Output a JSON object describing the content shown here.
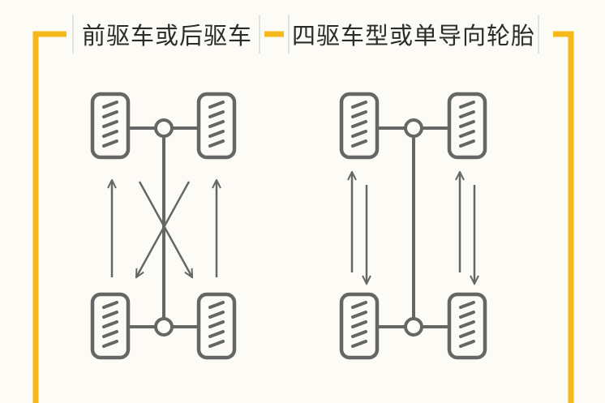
{
  "titles": {
    "left": "前驱车或后驱车",
    "right": "四驱车型或单导向轮胎"
  },
  "colors": {
    "frame": "#f5b91c",
    "line": "#666666",
    "background": "#fdfbf6",
    "text": "#2b2b2b"
  },
  "diagrams": [
    {
      "id": "front-or-rear-drive",
      "rotation": "cross"
    },
    {
      "id": "four-wheel-drive-or-directional",
      "rotation": "front-back-same-side"
    }
  ]
}
